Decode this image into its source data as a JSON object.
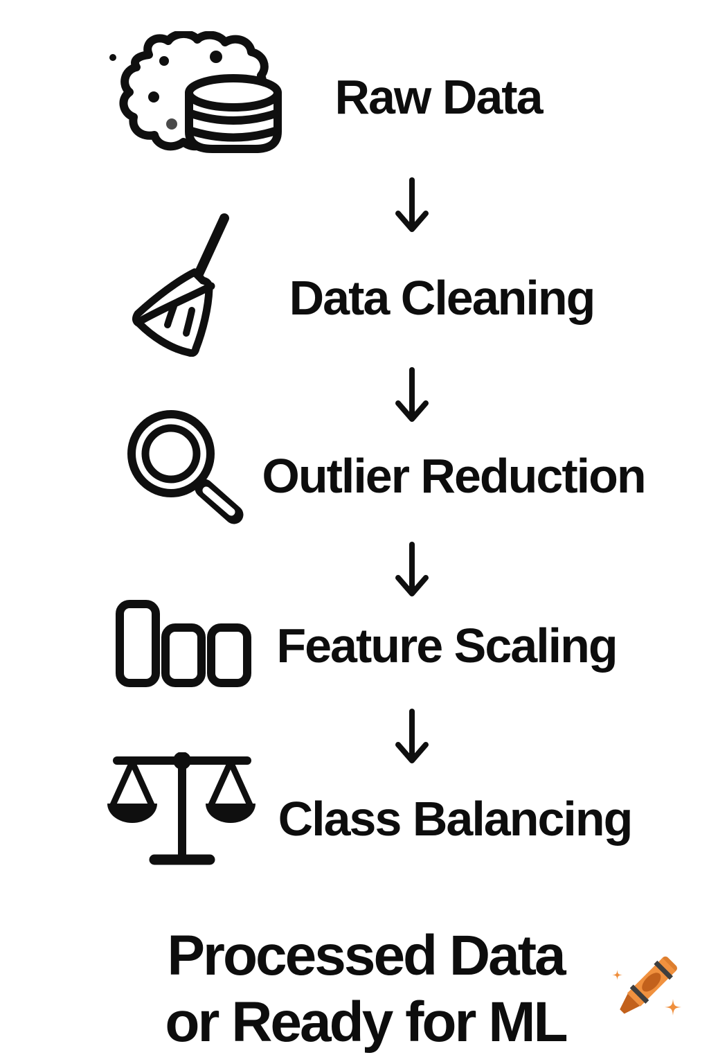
{
  "diagram": {
    "steps": [
      {
        "label": "Raw Data",
        "icon": "raw-data-database-icon"
      },
      {
        "label": "Data Cleaning",
        "icon": "broom-icon"
      },
      {
        "label": "Outlier Reduction",
        "icon": "magnifying-glass-icon"
      },
      {
        "label": "Feature Scaling",
        "icon": "bar-chart-icon"
      },
      {
        "label": "Class Balancing",
        "icon": "balance-scale-icon"
      }
    ],
    "connector_glyph": "down-arrow",
    "result": {
      "line1": "Processed Data",
      "line2": "or Ready for ML",
      "icon": "crayon-emoji"
    },
    "colors": {
      "ink": "#0f0f0f",
      "background": "#ffffff",
      "crayon_body": "#F0913F",
      "crayon_dark": "#C2611C",
      "crayon_stripe": "#3E3E3E"
    }
  }
}
